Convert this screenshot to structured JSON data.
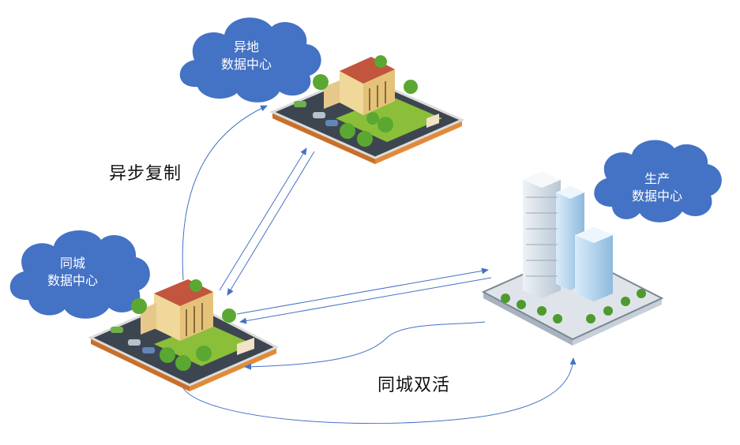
{
  "clouds": {
    "remote": {
      "line1": "异地",
      "line2": "数据中心",
      "color": "#4472c4"
    },
    "production": {
      "line1": "生产",
      "line2": "数据中心",
      "color": "#4472c4"
    },
    "local": {
      "line1": "同城",
      "line2": "数据中心",
      "color": "#4472c4"
    }
  },
  "labels": {
    "async_replication": "异步复制",
    "active_active": "同城双活"
  },
  "colors": {
    "arrow": "#4472c4"
  },
  "icons": {
    "remote_dc": "campus-building-icon",
    "local_dc": "campus-building-icon",
    "production_dc": "skyscraper-city-icon"
  }
}
